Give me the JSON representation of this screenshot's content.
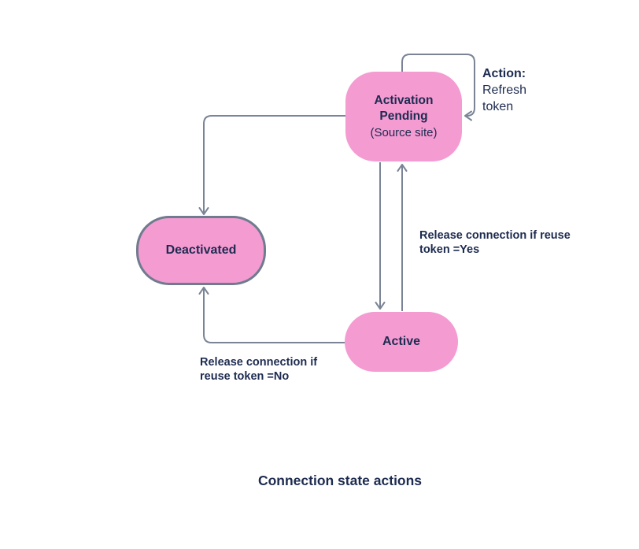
{
  "diagram": {
    "caption": "Connection state actions",
    "nodes": {
      "activation_pending": {
        "title": "Activation Pending",
        "subtitle": "(Source site)"
      },
      "deactivated": {
        "label": "Deactivated"
      },
      "active": {
        "label": "Active"
      }
    },
    "edge_labels": {
      "refresh_token": {
        "heading": "Action:",
        "line1": "Refresh",
        "line2": "token"
      },
      "release_yes": {
        "line1": "Release connection if reuse",
        "line2": "token =Yes"
      },
      "release_no": {
        "line1": "Release connection if",
        "line2": "reuse token =No"
      }
    },
    "colors": {
      "node_fill": "#f49bd2",
      "deactivated_border": "#6f7b8e",
      "edge_stroke": "#7a8496",
      "text": "#1d2b50",
      "background": "#ffffff"
    }
  }
}
